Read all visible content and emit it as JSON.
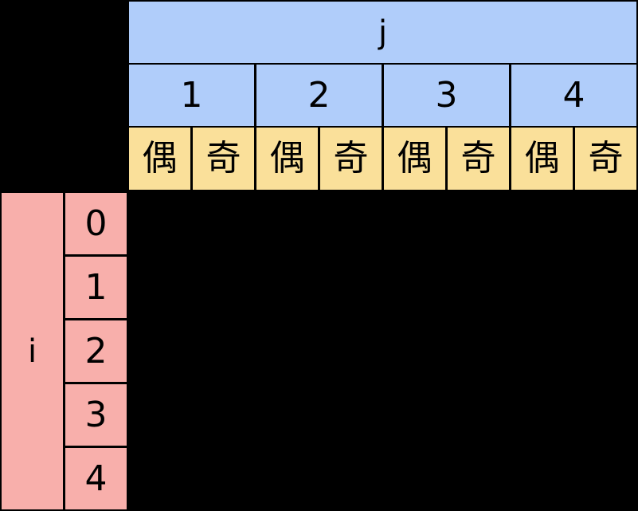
{
  "table": {
    "column_axis_label": "j",
    "row_axis_label": "i",
    "column_groups": [
      "1",
      "2",
      "3",
      "4"
    ],
    "parity_labels": [
      "偶",
      "奇"
    ],
    "parity_row": [
      "偶",
      "奇",
      "偶",
      "奇",
      "偶",
      "奇",
      "偶",
      "奇"
    ],
    "row_indices": [
      "0",
      "1",
      "2",
      "3",
      "4"
    ],
    "body_cells": [
      [
        "",
        "",
        "",
        "",
        "",
        "",
        "",
        ""
      ],
      [
        "",
        "",
        "",
        "",
        "",
        "",
        "",
        ""
      ],
      [
        "",
        "",
        "",
        "",
        "",
        "",
        "",
        ""
      ],
      [
        "",
        "",
        "",
        "",
        "",
        "",
        "",
        ""
      ],
      [
        "",
        "",
        "",
        "",
        "",
        "",
        "",
        ""
      ]
    ]
  },
  "colors": {
    "background": "#000000",
    "column_header": "#b0cdfa",
    "parity_header": "#fae09a",
    "row_header": "#f8afab",
    "grid_line": "#000000",
    "text": "#000000"
  }
}
